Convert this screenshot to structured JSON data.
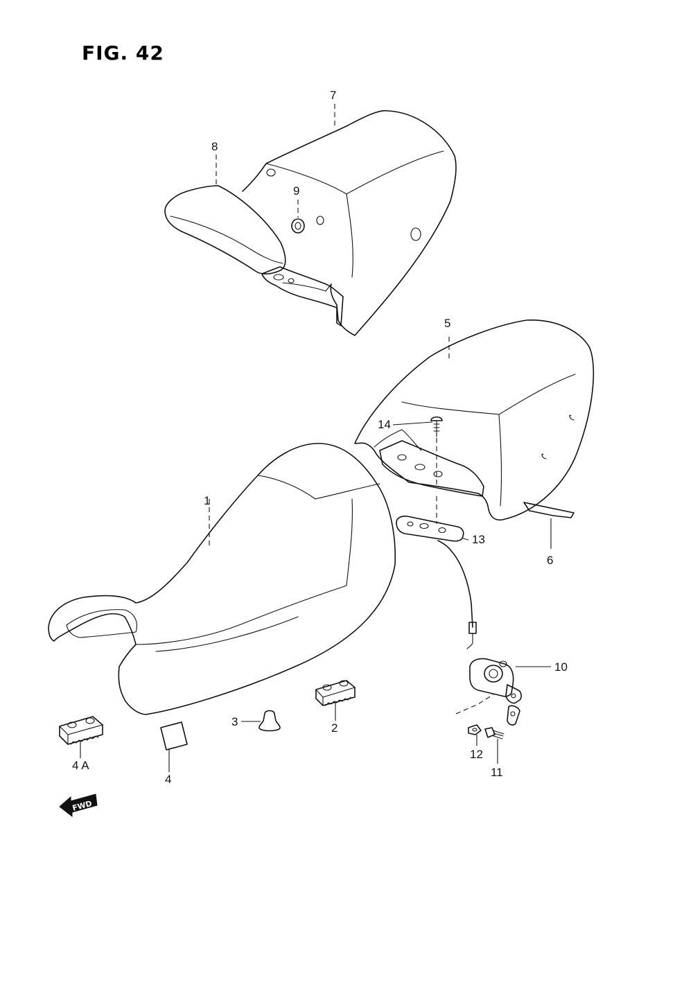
{
  "figure": {
    "title": "FIG. 42"
  },
  "direction_marker": {
    "label": "FWD",
    "icon": "forward-arrow-icon"
  },
  "callouts": [
    {
      "id": "c1",
      "label": "1"
    },
    {
      "id": "c2",
      "label": "2"
    },
    {
      "id": "c3",
      "label": "3"
    },
    {
      "id": "c4",
      "label": "4"
    },
    {
      "id": "c4a",
      "label": "4 A"
    },
    {
      "id": "c5",
      "label": "5"
    },
    {
      "id": "c6",
      "label": "6"
    },
    {
      "id": "c7",
      "label": "7"
    },
    {
      "id": "c8",
      "label": "8"
    },
    {
      "id": "c9",
      "label": "9"
    },
    {
      "id": "c10",
      "label": "10"
    },
    {
      "id": "c11",
      "label": "11"
    },
    {
      "id": "c12",
      "label": "12"
    },
    {
      "id": "c13",
      "label": "13"
    },
    {
      "id": "c14",
      "label": "14"
    }
  ]
}
